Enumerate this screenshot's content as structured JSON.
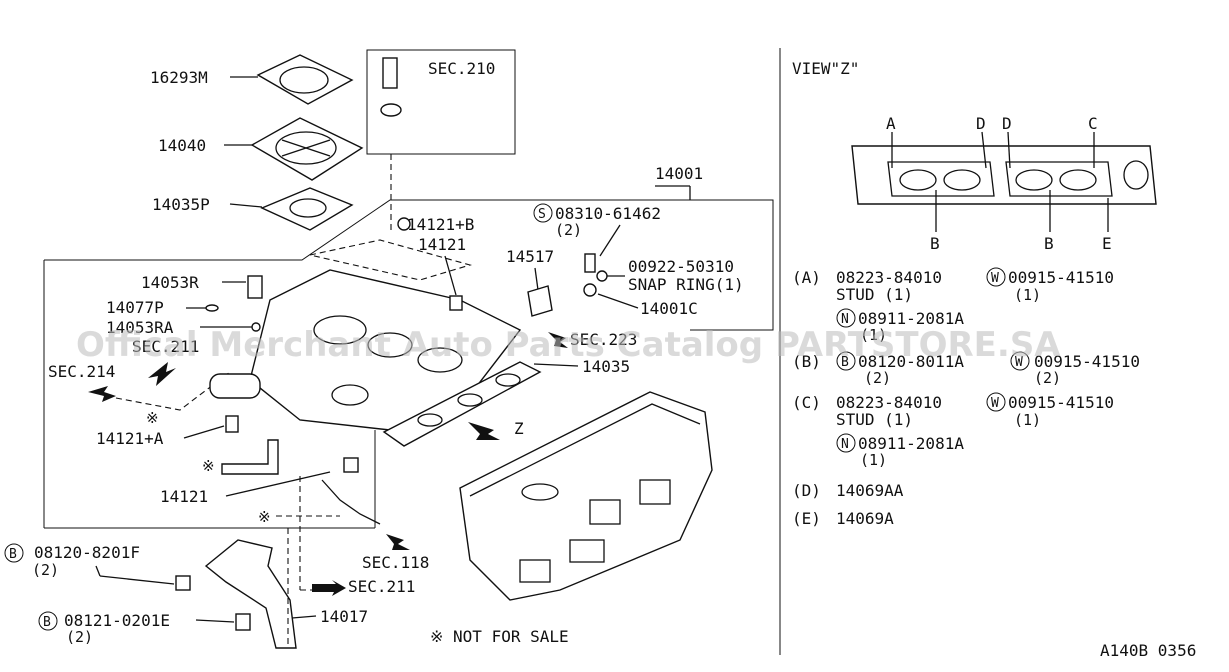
{
  "watermark": "Offical Merchant Auto Parts Catalog PARTSTORE.SA",
  "diagram_code": "A140B 0356",
  "view_title": "VIEW\"Z\"",
  "not_for_sale": "※ NOT FOR SALE",
  "asterisk": "※",
  "labels": {
    "p16293M": "16293M",
    "p14040": "14040",
    "p14035P": "14035P",
    "sec210": "SEC.210",
    "p14001": "14001",
    "p14121B": "14121+B",
    "s08310": "08310-61462",
    "s08310_qty": "(2)",
    "p14121_top": "14121",
    "p14517": "14517",
    "p00922": "00922-50310",
    "snapring": "SNAP RING(1)",
    "p14001C": "14001C",
    "p14053R": "14053R",
    "p14077P": "14077P",
    "p14053RA": "14053RA",
    "sec211a": "SEC.211",
    "sec214": "SEC.214",
    "sec223": "SEC.223",
    "p14035": "14035",
    "z": "Z",
    "p14121A": "14121+A",
    "p14121_low": "14121",
    "b08120": "08120-8201F",
    "b08120_qty": "(2)",
    "sec118": "SEC.118",
    "sec211b": "SEC.211",
    "b08121": "08121-0201E",
    "b08121_qty": "(2)",
    "p14017": "14017"
  },
  "view_letters": {
    "A": "A",
    "D1": "D",
    "D2": "D",
    "C": "C",
    "B1": "B",
    "B2": "B",
    "E": "E"
  },
  "legend": [
    {
      "key": "(A)",
      "line1": "08223-84010",
      "w1": "00915-41510",
      "line2": "STUD (1)",
      "w1qty": "(1)",
      "n": "08911-2081A",
      "nqty": "(1)"
    },
    {
      "key": "(B)",
      "b": "08120-8011A",
      "bqty": "(2)",
      "w": "00915-41510",
      "wqty": "(2)"
    },
    {
      "key": "(C)",
      "line1": "08223-84010",
      "w1": "00915-41510",
      "line2": "STUD (1)",
      "w1qty": "(1)",
      "n": "08911-2081A",
      "nqty": "(1)"
    },
    {
      "key": "(D)",
      "part": "14069AA"
    },
    {
      "key": "(E)",
      "part": "14069A"
    }
  ],
  "circle_letters": {
    "S": "S",
    "W": "W",
    "N": "N",
    "B": "B"
  }
}
